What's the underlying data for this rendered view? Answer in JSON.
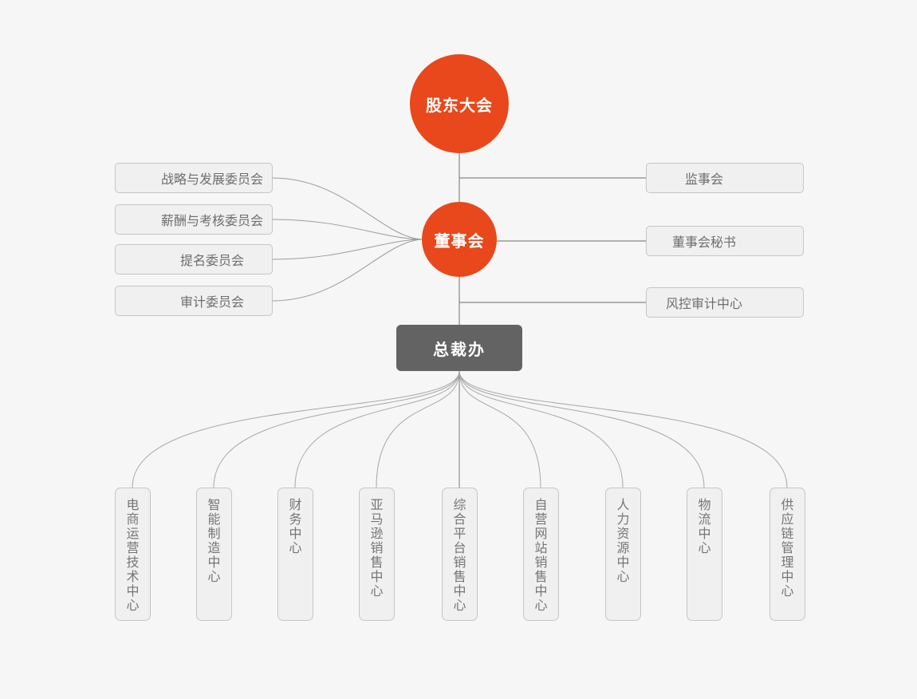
{
  "colors": {
    "accent_orange": "#e8481b",
    "dark_box": "#636363",
    "node_bg": "#f0f0f0",
    "node_border": "#c6c6c6",
    "node_text": "#6e6e6e",
    "line_dark": "#878787",
    "line_light": "#a8a8a8",
    "page_bg": "#f6f6f6"
  },
  "org_chart": {
    "root": {
      "label": "股东大会"
    },
    "board": {
      "label": "董事会"
    },
    "president_office": {
      "label": "总裁办"
    },
    "left_committees": [
      {
        "label": "战略与发展委员会"
      },
      {
        "label": "薪酬与考核委员会"
      },
      {
        "label": "提名委员会"
      },
      {
        "label": "审计委员会"
      }
    ],
    "right_nodes": [
      {
        "label": "监事会"
      },
      {
        "label": "董事会秘书"
      },
      {
        "label": "风控审计中心"
      }
    ],
    "departments": [
      {
        "label": "电商运营技术中心"
      },
      {
        "label": "智能制造中心"
      },
      {
        "label": "财务中心"
      },
      {
        "label": "亚马逊销售中心"
      },
      {
        "label": "综合平台销售中心"
      },
      {
        "label": "自营网站销售中心"
      },
      {
        "label": "人力资源中心"
      },
      {
        "label": "物流中心"
      },
      {
        "label": "供应链管理中心"
      }
    ]
  }
}
